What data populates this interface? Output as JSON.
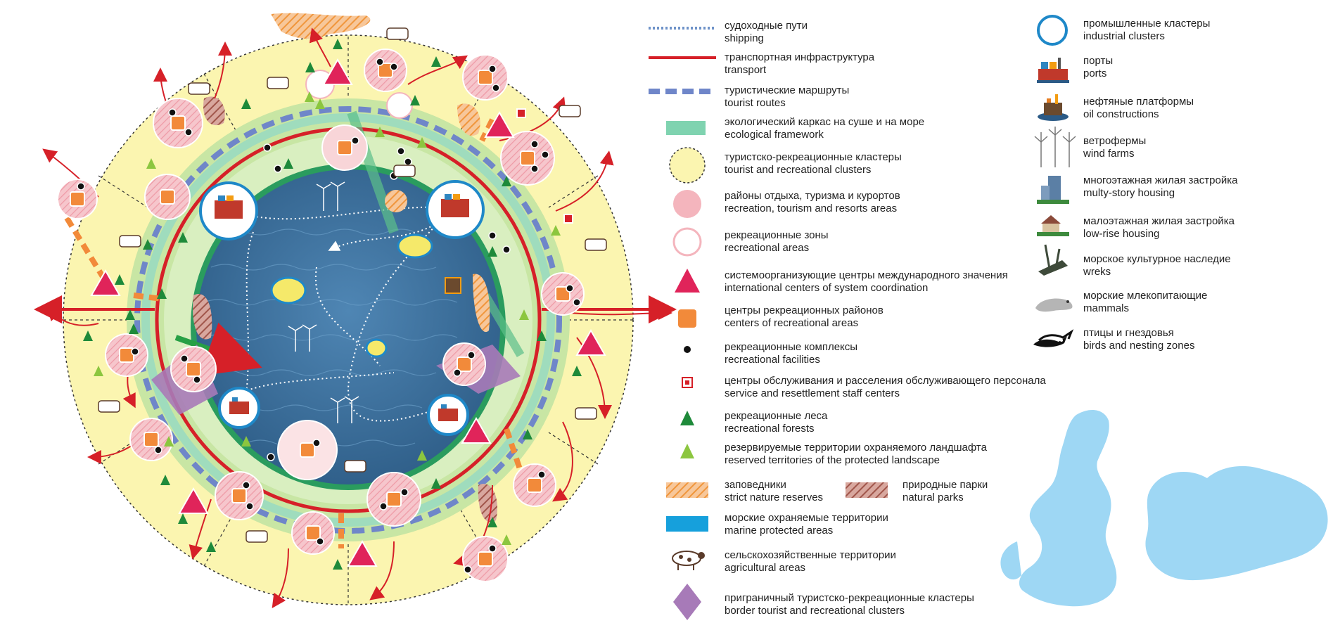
{
  "colors": {
    "sea": "#3b6e9e",
    "eco": "#7fd3b0",
    "tourist_zone": "#fbf5b0",
    "recreation_pink": "#f4b5bd",
    "transport": "#d62028",
    "shipping": "#6f93c9",
    "tourist_route": "#6f86c9",
    "triangle": "#e0245a",
    "center_square": "#f28a3a",
    "reserve": "#f0963c",
    "nat_park": "#a0554a",
    "marine_protected": "#16a0dc",
    "border_cluster": "#a77ab8",
    "forest": "#1e8a3a",
    "reserved_landscape": "#8cc63f",
    "lake": "#9ed7f4"
  },
  "legend": {
    "shipping": {
      "ru": "судоходные пути",
      "en": "shipping"
    },
    "transport": {
      "ru": "транспортная инфраструктура",
      "en": "transport"
    },
    "tourist_routes": {
      "ru": "туристические маршруты",
      "en": "tourist routes"
    },
    "eco_framework": {
      "ru": "экологический каркас на суше и на море",
      "en": "ecological framework"
    },
    "tourist_clusters": {
      "ru": "туристско-рекреационные кластеры",
      "en": "tourist and recreational clusters"
    },
    "recreation_areas": {
      "ru": "районы отдыха, туризма и курортов",
      "en": "recreation, tourism and resorts areas"
    },
    "recreational_zones": {
      "ru": "рекреационные зоны",
      "en": "recreational areas"
    },
    "system_centers": {
      "ru": "системоорганизующие центры международного значения",
      "en": "international centers of system coordination"
    },
    "rec_centers": {
      "ru": "центры рекреационных районов",
      "en": "centers of recreational areas"
    },
    "rec_facilities": {
      "ru": "рекреационные комплексы",
      "en": "recreational facilities"
    },
    "service_centers": {
      "ru": "центры обслуживания и расселения обслуживающего персонала",
      "en": "service and resettlement staff centers"
    },
    "rec_forests": {
      "ru": "рекреационные леса",
      "en": "recreational forests"
    },
    "reserved_landscape": {
      "ru": "резервируемые территории охраняемого ландшафта",
      "en": "reserved territories of the protected landscape"
    },
    "nature_reserves": {
      "ru": "заповедники",
      "en": "strict nature reserves"
    },
    "natural_parks": {
      "ru": "природные парки",
      "en": "natural parks"
    },
    "marine_protected": {
      "ru": "морские охраняемые территории",
      "en": "marine protected areas"
    },
    "agricultural": {
      "ru": "сельскохозяйственные территории",
      "en": "agricultural areas"
    },
    "border_clusters": {
      "ru": "приграничный туристско-рекреационные кластеры",
      "en": "border tourist and recreational clusters"
    },
    "industrial_clusters": {
      "ru": "промышленные кластеры",
      "en": "industrial clusters"
    },
    "ports": {
      "ru": "порты",
      "en": "ports"
    },
    "oil": {
      "ru": "нефтяные платформы",
      "en": "oil constructions"
    },
    "wind": {
      "ru": "ветрофермы",
      "en": "wind farms"
    },
    "multi_story": {
      "ru": "многоэтажная жилая застройка",
      "en": "multy-story housing"
    },
    "low_rise": {
      "ru": "малоэтажная жилая застройка",
      "en": "low-rise housing"
    },
    "wrecks": {
      "ru": "морское культурное наследие",
      "en": "wreks"
    },
    "mammals": {
      "ru": "морские млекопитающие",
      "en": "mammals"
    },
    "birds": {
      "ru": "птицы и гнездовья",
      "en": "birds and nesting zones"
    }
  }
}
